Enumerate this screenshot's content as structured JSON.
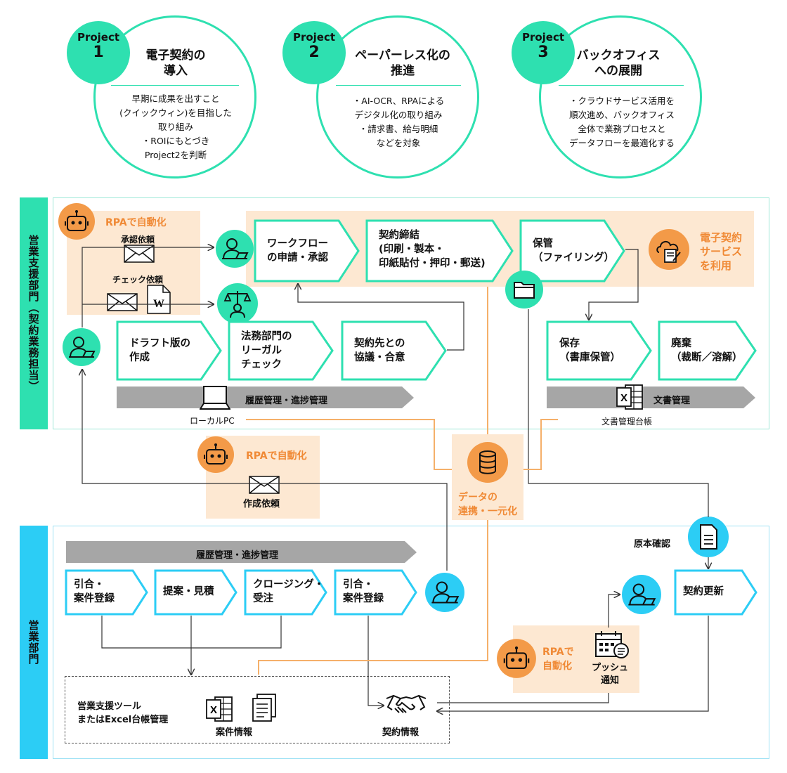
{
  "projects": [
    {
      "label": "Project",
      "number": "1",
      "title": "電子契約の\n導入",
      "desc": "早期に成果を出すこと\n(クイックウィン)を目指した\n取り組み\n・ROIにもとづき\nProject2を判断"
    },
    {
      "label": "Project",
      "number": "2",
      "title": "ペーパーレス化の\n推進",
      "desc": "・AI-OCR、RPAによる\nデジタル化の取り組み\n・請求書、給与明細\nなどを対象"
    },
    {
      "label": "Project",
      "number": "3",
      "title": "バックオフィス\nへの展開",
      "desc": "・クラウドサービス活用を\n順次進め、バックオフィス\n全体で業務プロセスと\nデータフローを最適化する"
    }
  ],
  "sales_support": {
    "section_label": "営業支援部門（契約業務担当）",
    "rpa_label": "RPAで自動化",
    "approval_request": "承認依頼",
    "check_request": "チェック依頼",
    "steps": {
      "workflow": "ワークフロー\nの申請・承認",
      "contract": "契約締結\n(印刷・製本・\n印紙貼付・押印・郵送)",
      "storage": "保管\n（ファイリング）",
      "draft": "ドラフト版の\n作成",
      "legal": "法務部門の\nリーガル\nチェック",
      "negotiation": "契約先との\n協議・合意",
      "archive": "保存\n（書庫保管）",
      "disposal": "廃棄\n（裁断／溶解）"
    },
    "e_contract": "電子契約\nサービス\nを利用",
    "history_band": "履歴管理・進捗管理",
    "doc_band": "文書管理",
    "local_pc": "ローカルPC",
    "doc_ledger": "文書管理台帳"
  },
  "middle": {
    "rpa_label": "RPAで自動化",
    "creation_request": "作成依頼",
    "data_label": "データの\n連携・一元化"
  },
  "sales": {
    "section_label": "営業部門",
    "history_band": "履歴管理・進捗管理",
    "original_check": "原本確認",
    "steps": {
      "inquiry1": "引合・\n案件登録",
      "proposal": "提案・見積",
      "closing": "クロージング・\n受注",
      "inquiry2": "引合・\n案件登録",
      "renewal": "契約更新"
    },
    "rpa_label": "RPAで\n自動化",
    "push": "プッシュ\n通知",
    "tool_label": "営業支援ツール\nまたはExcel台帳管理",
    "case_info": "案件情報",
    "contract_info": "契約情報"
  },
  "colors": {
    "teal": "#2ee0b0",
    "cyan": "#2ccdf5",
    "orange": "#f39a48",
    "orange_bg": "#fde8d2",
    "gray": "#a6a6a6"
  }
}
